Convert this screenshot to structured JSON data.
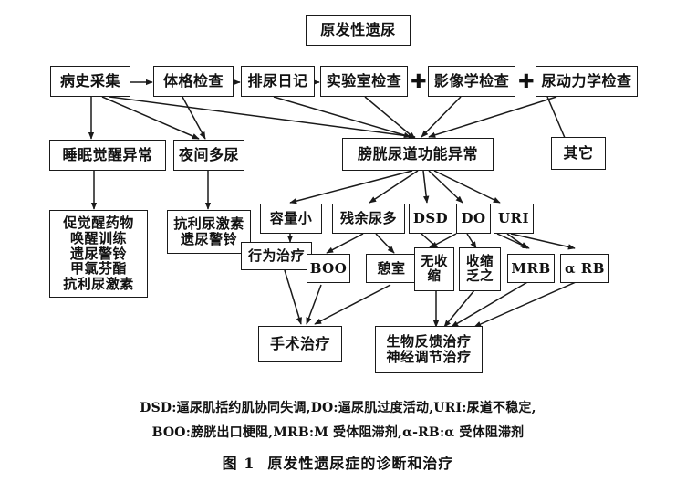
{
  "figure": {
    "caption_label": "图 1",
    "caption_title": "原发性遗尿症的诊断和治疗",
    "legend_line1": "DSD:逼尿肌括约肌协同失调,DO:逼尿肌过度活动,URI:尿道不稳定,",
    "legend_line2": "BOO:膀胱出口梗阻,MRB:M 受体阻滞剂,α-RB:α 受体阻滞剂",
    "line_color": "#1a1a1a",
    "background": "#ffffff"
  },
  "nodes": {
    "root": "原发性遗尿",
    "workup": {
      "history": "病史采集",
      "physical": "体格检查",
      "voiding_diary": "排尿日记",
      "laboratory": "实验室检查",
      "imaging": "影像学检查",
      "urodynamics": "尿动力学检查",
      "plus_sign": "✚"
    },
    "categories": {
      "sleep_arousal": "睡眠觉醒异常",
      "nocturnal_polyuria": "夜间多尿",
      "bladder_urethra": "膀胱尿道功能异常",
      "other": "其它"
    },
    "sleep_treatment": {
      "line1": "促觉醒药物",
      "line2": "唤醒训练",
      "line3": "遗尿警铃",
      "line4": "甲氯芬酯",
      "line5": "抗利尿激素"
    },
    "polyuria_treatment": {
      "line1": "抗利尿激素",
      "line2": "遗尿警铃"
    },
    "findings": {
      "small_capacity": "容量小",
      "residual_urine": "残余尿多",
      "dsd": "DSD",
      "do": "DO",
      "uri": "URI"
    },
    "subfindings": {
      "behavioral": "行为治疗",
      "boo": "BOO",
      "diverticulum": "憩室",
      "acontractile_l1": "无收",
      "acontractile_l2": "缩",
      "underactive_l1": "收缩",
      "underactive_l2": "乏之",
      "mrb": "MRB",
      "arb": "α RB"
    },
    "treatments": {
      "surgery": "手术治疗",
      "biofeedback_l1": "生物反馈治疗",
      "biofeedback_l2": "神经调节治疗"
    }
  }
}
